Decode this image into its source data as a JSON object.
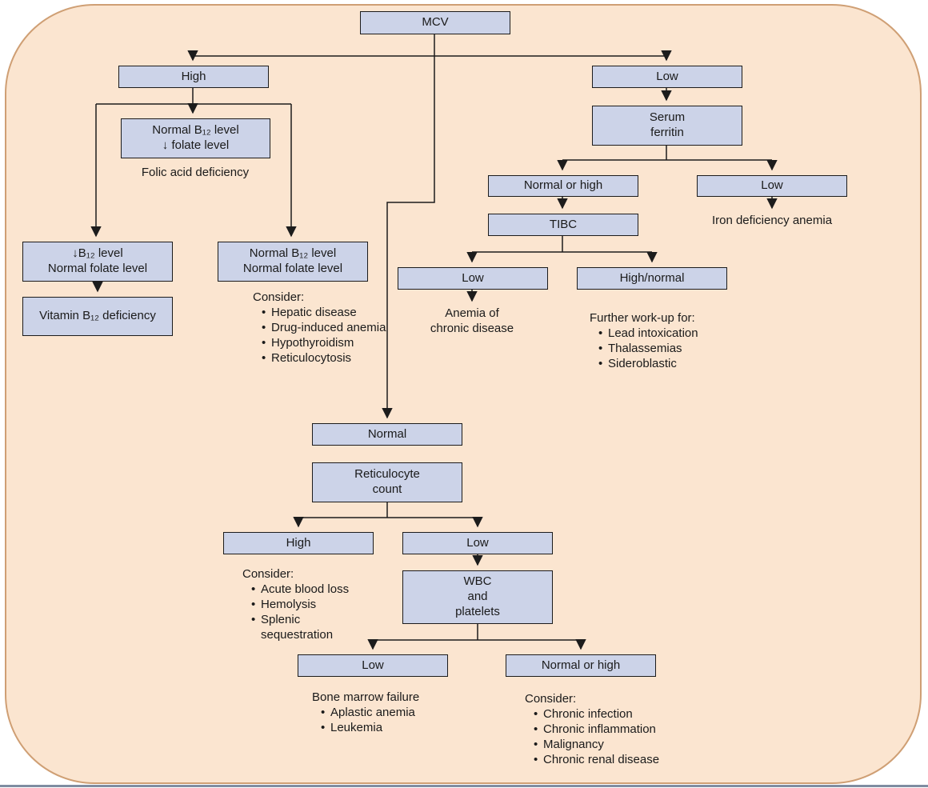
{
  "colors": {
    "background": "#fbe5d0",
    "panel_border": "#cf9f74",
    "node_fill": "#ccd3e8",
    "node_border": "#1c1c1c",
    "line": "#1c1c1c",
    "text": "#1a1a1a",
    "bottom_rule": "#7f8da1"
  },
  "diagram": {
    "root": {
      "label": "MCV"
    },
    "high_branch": {
      "high": {
        "label": "High"
      },
      "normal_b12_low_folate": {
        "label": "Normal B₁₂ level\n↓ folate level"
      },
      "folic_acid_deficiency": {
        "label": "Folic acid deficiency"
      },
      "low_b12_normal_folate": {
        "label": "↓B₁₂ level\nNormal folate level"
      },
      "vitamin_b12_deficiency": {
        "label": "Vitamin B₁₂ deficiency"
      },
      "normal_b12_normal_folate": {
        "label": "Normal B₁₂ level\nNormal folate level"
      },
      "consider": {
        "heading": "Consider:",
        "items": [
          "Hepatic disease",
          "Drug-induced anemia",
          "Hypothyroidism",
          "Reticulocytosis"
        ]
      }
    },
    "low_branch": {
      "low": {
        "label": "Low"
      },
      "serum_ferritin": {
        "label": "Serum\nferritin"
      },
      "normal_or_high": {
        "label": "Normal or high"
      },
      "tibc": {
        "label": "TIBC"
      },
      "tibc_low": {
        "label": "Low"
      },
      "anemia_of_chronic_disease": {
        "label": "Anemia of\nchronic disease"
      },
      "tibc_high_normal": {
        "label": "High/normal"
      },
      "further_workup": {
        "heading": "Further work-up for:",
        "items": [
          "Lead intoxication",
          "Thalassemias",
          "Sideroblastic"
        ]
      },
      "ferritin_low": {
        "label": "Low"
      },
      "iron_deficiency_anemia": {
        "label": "Iron deficiency anemia"
      }
    },
    "normal_branch": {
      "normal": {
        "label": "Normal"
      },
      "reticulocyte_count": {
        "label": "Reticulocyte\ncount"
      },
      "retic_high": {
        "label": "High"
      },
      "consider_high": {
        "heading": "Consider:",
        "items": [
          "Acute blood loss",
          "Hemolysis",
          "Splenic sequestration"
        ]
      },
      "retic_low": {
        "label": "Low"
      },
      "wbc_platelets": {
        "label": "WBC\nand\nplatelets"
      },
      "wbc_low": {
        "label": "Low"
      },
      "bone_marrow_failure": {
        "heading": "Bone marrow failure",
        "items": [
          "Aplastic anemia",
          "Leukemia"
        ]
      },
      "wbc_normal_high": {
        "label": "Normal or high"
      },
      "consider_normal_high": {
        "heading": "Consider:",
        "items": [
          "Chronic infection",
          "Chronic inflammation",
          "Malignancy",
          "Chronic renal disease"
        ]
      }
    }
  }
}
